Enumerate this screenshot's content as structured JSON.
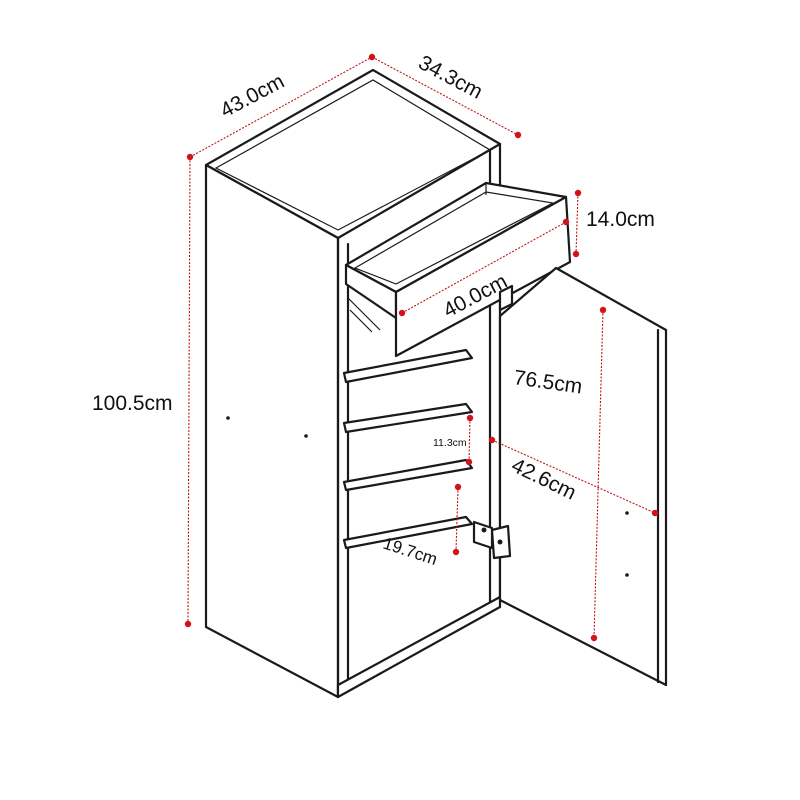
{
  "dimensions": {
    "width": "43.0cm",
    "depth": "34.3cm",
    "height": "100.5cm",
    "drawer_height": "14.0cm",
    "drawer_width": "40.0cm",
    "door_height": "76.5cm",
    "door_width": "42.6cm",
    "shelf_gap_small": "11.3cm",
    "shelf_gap": "19.7cm"
  },
  "colors": {
    "outline": "#1a1a1a",
    "dimension_line": "#c0141a",
    "background": "#ffffff"
  }
}
